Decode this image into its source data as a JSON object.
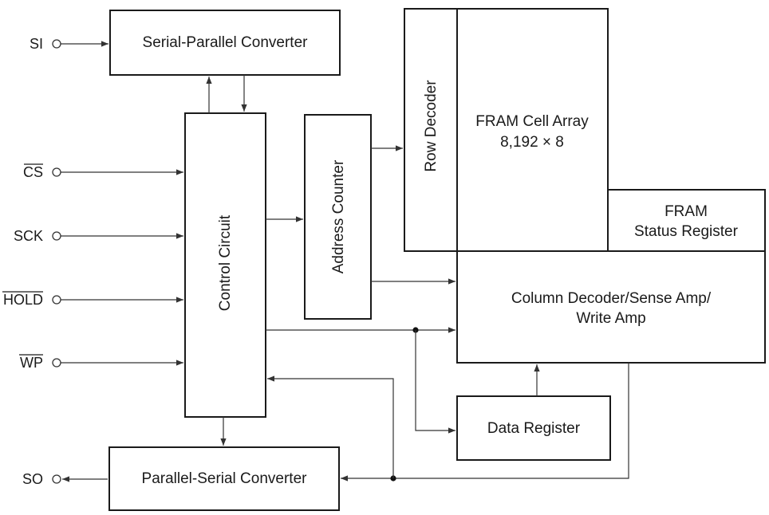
{
  "blocks": {
    "serial_parallel": "Serial-Parallel Converter",
    "control_circuit": "Control Circuit",
    "address_counter": "Address Counter",
    "row_decoder": "Row Decoder",
    "cell_array_line1": "FRAM Cell Array",
    "cell_array_line2": "8,192 × 8",
    "status_register_line1": "FRAM",
    "status_register_line2": "Status Register",
    "column_decoder_line1": "Column Decoder/Sense Amp/",
    "column_decoder_line2": "Write Amp",
    "data_register": "Data Register",
    "parallel_serial": "Parallel-Serial Converter"
  },
  "pins": {
    "si": "SI",
    "cs": "CS",
    "sck": "SCK",
    "hold": "HOLD",
    "wp": "WP",
    "so": "SO"
  }
}
